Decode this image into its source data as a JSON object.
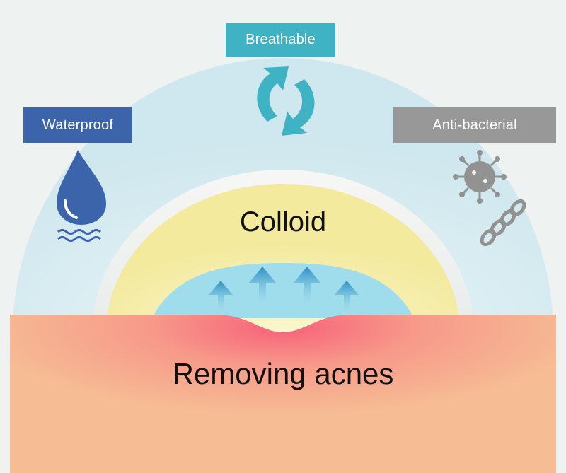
{
  "labels": {
    "breathable": "Breathable",
    "waterproof": "Waterproof",
    "anti_bacterial": "Anti-bacterial",
    "colloid": "Colloid",
    "removing_acnes": "Removing acnes"
  },
  "colors": {
    "breathable_tag": "#3fb3c3",
    "waterproof_tag": "#3c64ab",
    "anti_bacterial_tag": "#989898",
    "outer_dome": "#d6eaef",
    "colloid_layer": "#f6f0b6",
    "inner_fluid": "#9fdcec",
    "skin": "#f6b991",
    "acne_center": "#f7617a",
    "arrow": "#2e93c7"
  },
  "icons": {
    "breathable": "refresh-cycle-icon",
    "waterproof": "water-drop-icon",
    "anti_bacterial": "bacteria-icon"
  }
}
